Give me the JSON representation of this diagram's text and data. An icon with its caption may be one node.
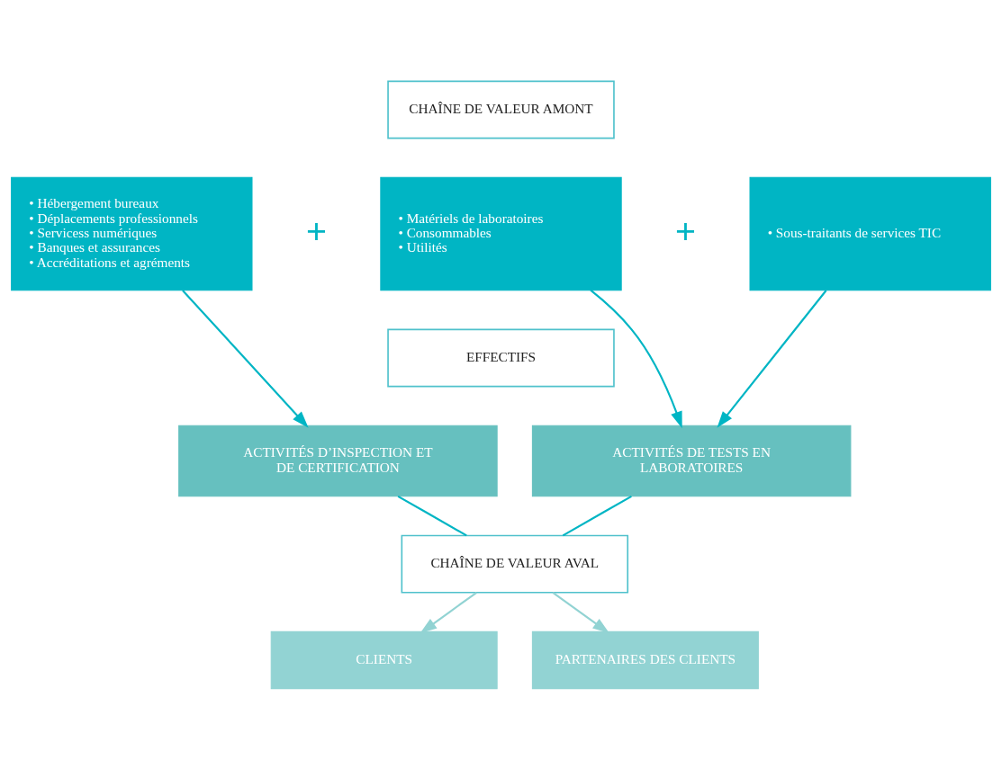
{
  "diagram": {
    "nodes": [
      {
        "text": [
          "CHAÎNE DE VALEUR AMONT"
        ]
      },
      {
        "text": [
          "• Hébergement bureaux",
          "• Déplacements professionnels",
          "• Servicess numériques",
          "• Banques et assurances",
          "• Accréditations et agréments"
        ]
      },
      {
        "text": [
          "• Matériels de laboratoires",
          "• Consommables",
          "• Utilités"
        ]
      },
      {
        "text": [
          "• Sous-traitants de services TIC"
        ]
      },
      {
        "text": [
          "EFFECTIFS"
        ]
      },
      {
        "text": [
          "ACTIVITÉS D’INSPECTION ET DE CERTIFICATION"
        ]
      },
      {
        "text": [
          "ACTIVITÉS DE TESTS EN LABORATOIRES"
        ]
      },
      {
        "text": [
          "CHAÎNE DE VALEUR AVAL"
        ]
      },
      {
        "text": [
          "CLIENTS"
        ]
      },
      {
        "text": [
          "PARTENAIRES DES CLIENTS"
        ]
      }
    ],
    "edges": [
      {
        "from": 1,
        "to": 5,
        "arrow": "to"
      },
      {
        "from": 2,
        "to": 6,
        "arrow": "to"
      },
      {
        "from": 3,
        "to": 6,
        "arrow": "to"
      },
      {
        "from": 5,
        "to": 7,
        "arrow": "none"
      },
      {
        "from": 6,
        "to": 7,
        "arrow": "none"
      },
      {
        "from": 7,
        "to": 8,
        "arrow": "to",
        "color": "#92d3d3"
      },
      {
        "from": 7,
        "to": 9,
        "arrow": "to",
        "color": "#92d3d3"
      }
    ],
    "labels": [
      "+",
      "+"
    ]
  }
}
